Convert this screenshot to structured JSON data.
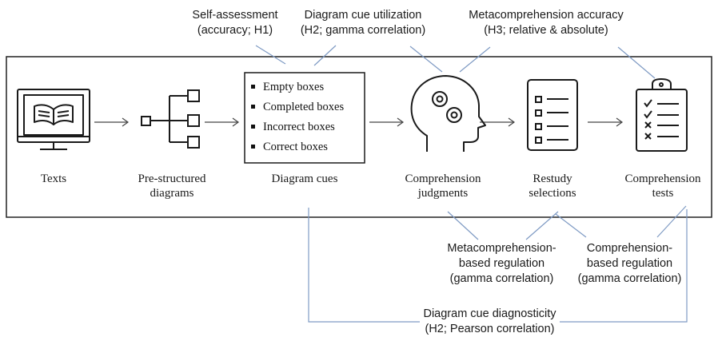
{
  "steps": [
    {
      "lines": [
        "Texts"
      ]
    },
    {
      "lines": [
        "Pre-structured",
        "diagrams"
      ]
    },
    {
      "lines": [
        "Diagram cues"
      ]
    },
    {
      "lines": [
        "Comprehension",
        "judgments"
      ]
    },
    {
      "lines": [
        "Restudy",
        "selections"
      ]
    },
    {
      "lines": [
        "Comprehension",
        "tests"
      ]
    }
  ],
  "cues": [
    "Empty boxes",
    "Completed boxes",
    "Incorrect boxes",
    "Correct boxes"
  ],
  "annotations": {
    "self_assessment": [
      "Self-assessment",
      "(accuracy; H1)"
    ],
    "cue_utilization": [
      "Diagram cue utilization",
      "(H2; gamma correlation)"
    ],
    "meta_accuracy": [
      "Metacomprehension accuracy",
      "(H3; relative & absolute)"
    ],
    "meta_regulation": [
      "Metacomprehension-",
      "based regulation",
      "(gamma correlation)"
    ],
    "comp_regulation": [
      "Comprehension-",
      "based regulation",
      "(gamma correlation)"
    ],
    "diagnosticity": [
      "Diagram cue diagnosticity",
      "(H2; Pearson correlation)"
    ]
  },
  "colors": {
    "connector": "#7f9bc4",
    "stroke": "#1a1a1a",
    "arrow": "#444444"
  }
}
